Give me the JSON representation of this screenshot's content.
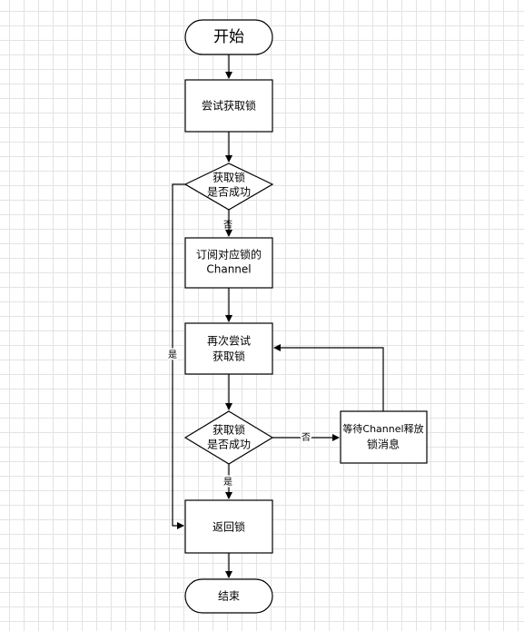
{
  "diagram": {
    "nodes": {
      "start": "开始",
      "try_acquire": "尝试获取锁",
      "check1_line1": "获取锁",
      "check1_line2": "是否成功",
      "subscribe_line1": "订阅对应锁的",
      "subscribe_line2": "Channel",
      "retry_line1": "再次尝试",
      "retry_line2": "获取锁",
      "check2_line1": "获取锁",
      "check2_line2": "是否成功",
      "wait_line1": "等待Channel释放",
      "wait_line2": "锁消息",
      "return_lock": "返回锁",
      "end": "结束"
    },
    "edge_labels": {
      "check1_no": "否",
      "check1_yes": "是",
      "check2_no": "否",
      "check2_yes": "是"
    }
  }
}
